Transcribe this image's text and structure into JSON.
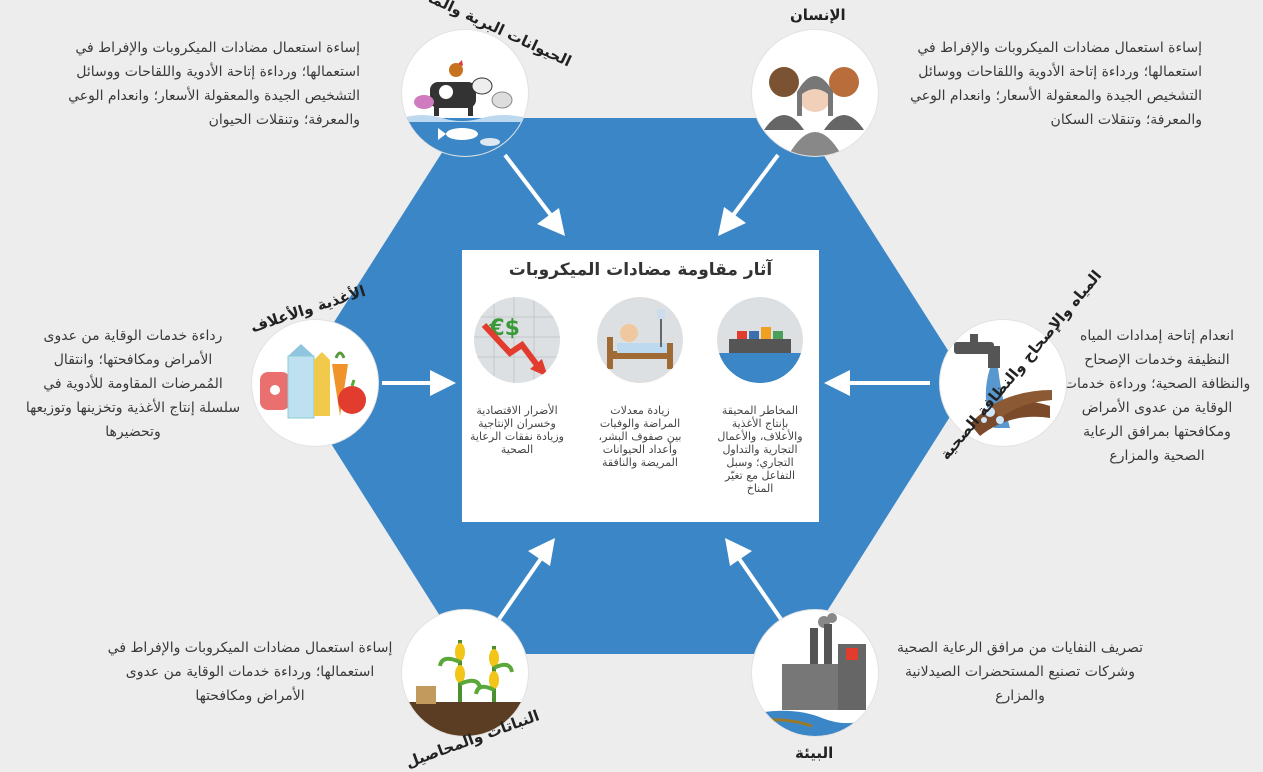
{
  "center": {
    "title": "آثار مقاومة مضادات الميكروبات",
    "impacts": [
      {
        "icon": "ship-icon",
        "text": "المخاطر المحيقة بإنتاج الأغذية والأعلاف، والأعمال التجارية والتداول التجاري؛ وسبل التفاعل مع تغيّر المناخ"
      },
      {
        "icon": "patient-bed-icon",
        "text": "زيادة معدلات المراضة والوفيات بين صفوف البشر، وأعداد الحيوانات المريضة والنافقة"
      },
      {
        "icon": "economic-decline-icon",
        "text": "الأضرار الاقتصادية وخسران الإنتاجية وزيادة نفقات الرعاية الصحية"
      }
    ]
  },
  "nodes": {
    "humans": {
      "label": "الإنسان",
      "icon": "people-icon",
      "note": "إساءة استعمال مضادات الميكروبات والإفراط في استعمالها؛ ورداءة إتاحة الأدوية واللقاحات ووسائل التشخيص الجيدة والمعقولة الأسعار؛ وانعدام الوعي والمعرفة؛ وتنقلات السكان"
    },
    "animals": {
      "label": "الحيوانات البرية والمائية",
      "icon": "animals-icon",
      "note": "إساءة استعمال مضادات الميكروبات والإفراط في استعمالها؛ ورداءة إتاحة الأدوية واللقاحات ووسائل التشخيص الجيدة والمعقولة الأسعار؛ وانعدام الوعي والمعرفة؛ وتنقلات الحيوان"
    },
    "food": {
      "label": "الأغذية والأعلاف",
      "icon": "food-icon",
      "note": "رداءة خدمات الوقاية من عدوى الأمراض ومكافحتها؛ وانتقال المُمرضات المقاومة للأدوية في سلسلة إنتاج الأغذية وتخزينها وتوزيعها وتحضيرها"
    },
    "water": {
      "label": "المياه والإصحاح والنظافة الصحية",
      "icon": "water-tap-icon",
      "note": "انعدام إتاحة إمدادات المياه النظيفة وخدمات الإصحاح والنظافة الصحية؛ ورداءة خدمات الوقاية من عدوى الأمراض ومكافحتها بمرافق الرعاية الصحية والمزارع"
    },
    "plants": {
      "label": "النباتات والمحاصيل",
      "icon": "plants-icon",
      "note": "إساءة استعمال مضادات الميكروبات والإفراط في استعمالها؛ ورداءة خدمات الوقاية من عدوى الأمراض ومكافحتها"
    },
    "environment": {
      "label": "البيئة",
      "icon": "factory-icon",
      "note": "تصريف النفايات من مرافق الرعاية الصحية وشركات تصنيع المستحضرات الصيدلانية والمزارع"
    }
  },
  "colors": {
    "hexagon": "#3b86c6",
    "background": "#ededee",
    "arrow": "#ffffff"
  }
}
